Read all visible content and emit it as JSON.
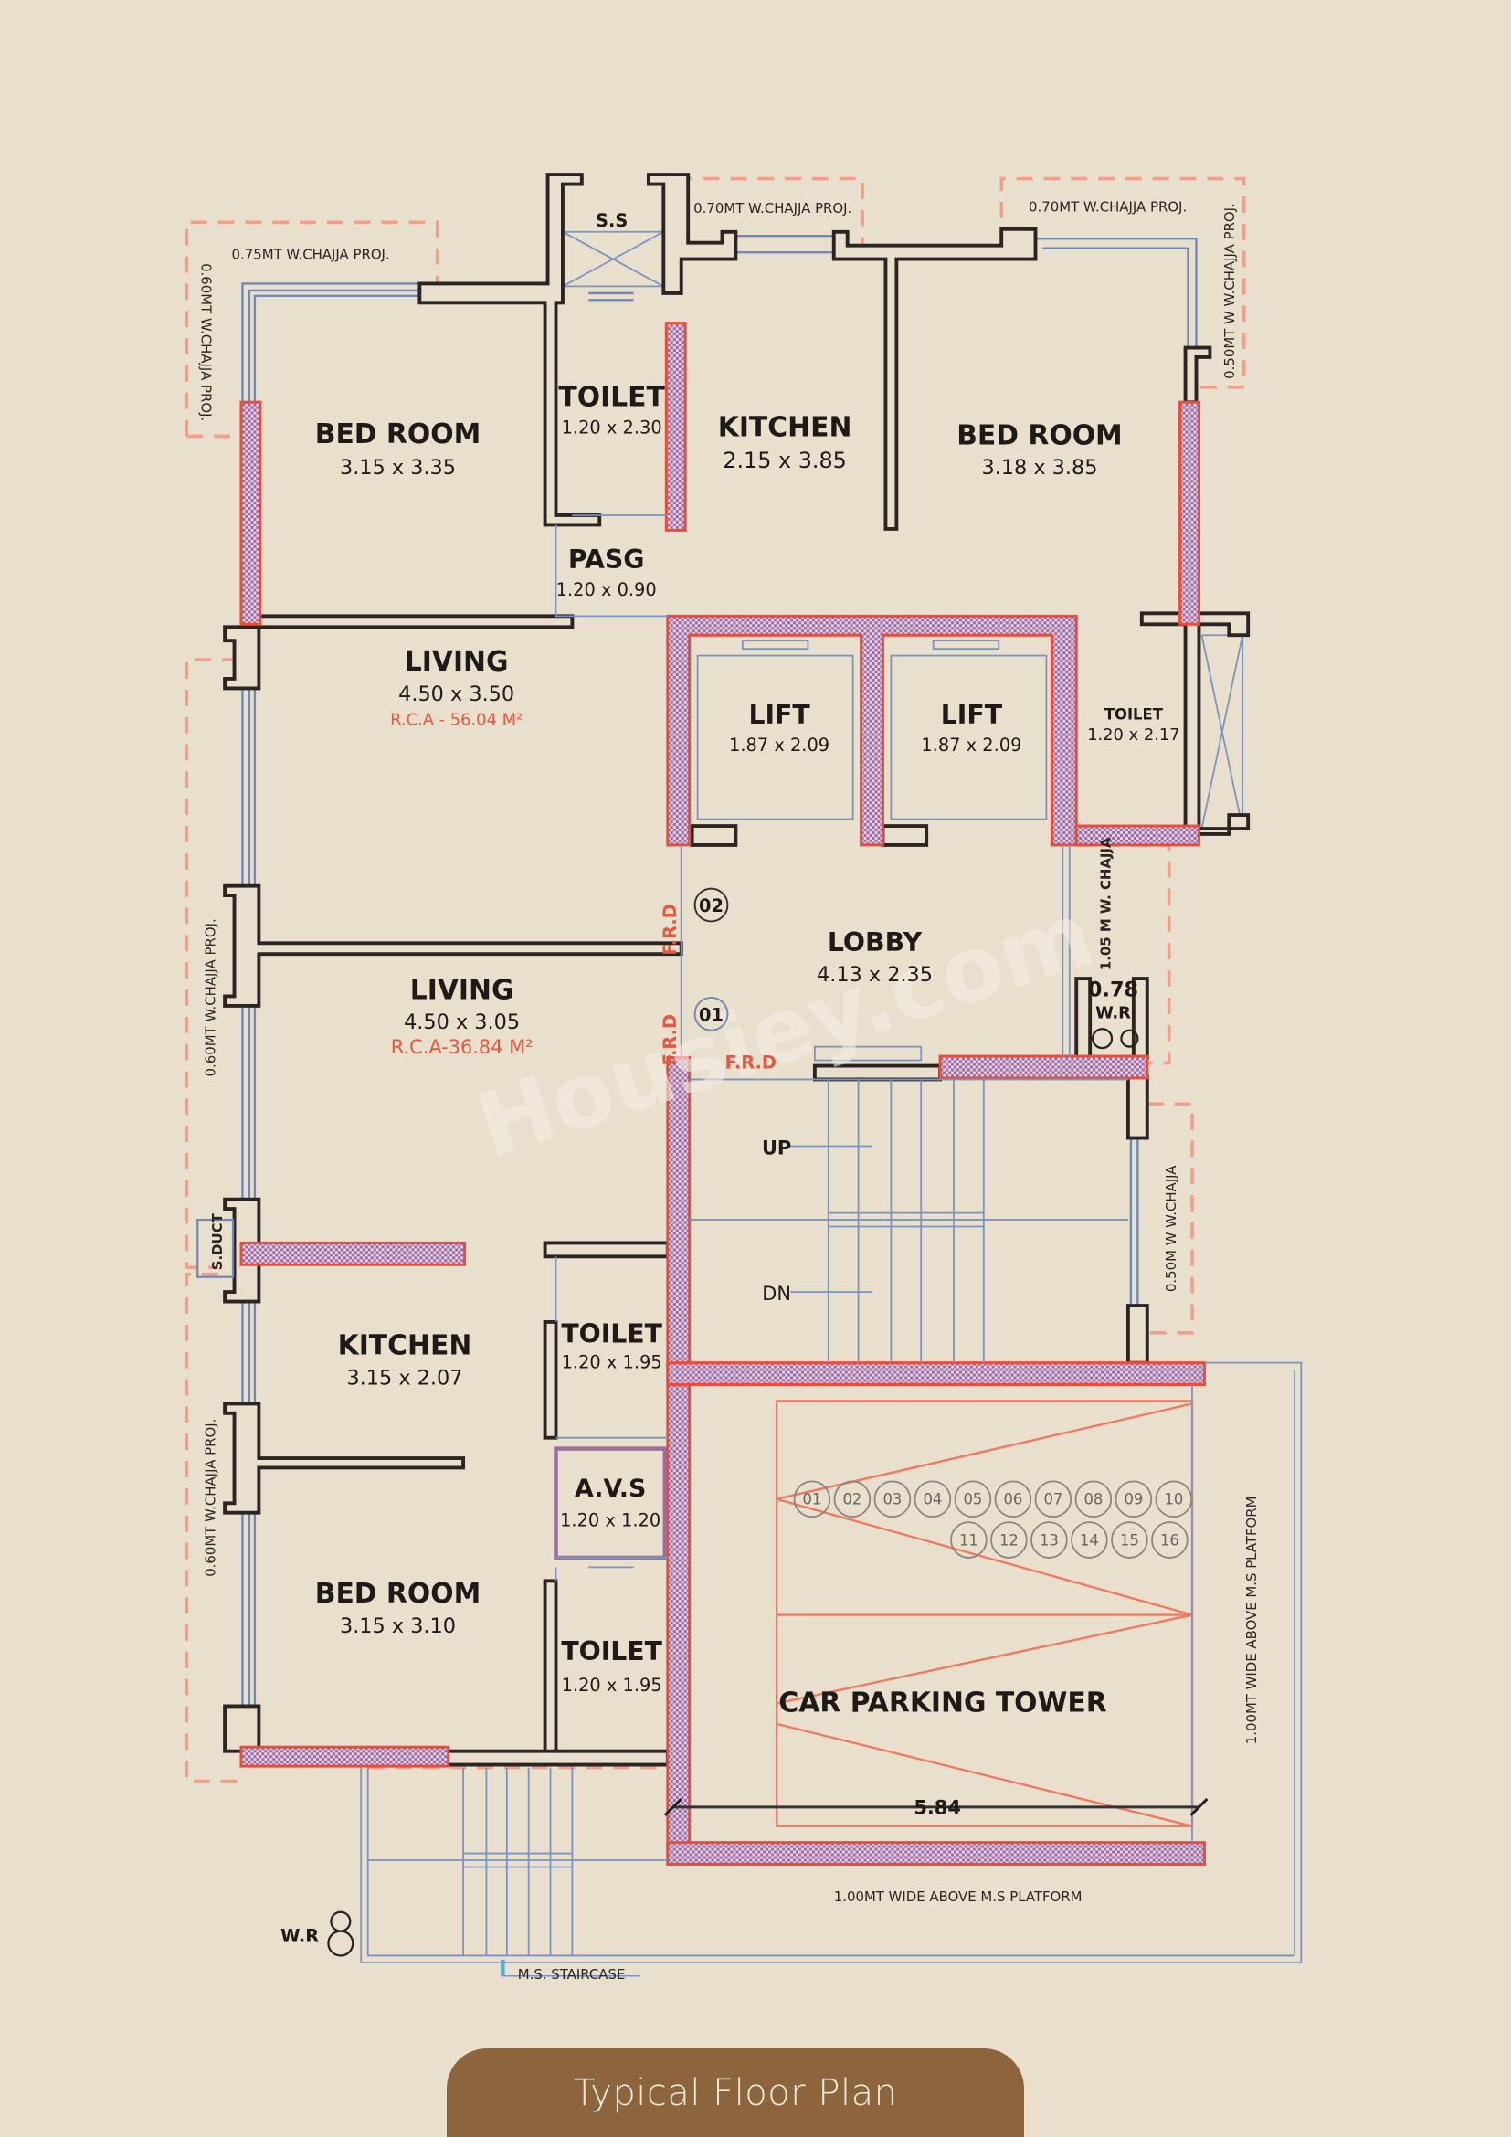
{
  "title": "Typical Floor Plan",
  "watermark": "Housiey.com",
  "colors": {
    "background": "#e8dfcd",
    "title_bar": "#8c653c",
    "rcc_outline": "#e94b3c",
    "chajja_dashed": "#f0a08a",
    "window": "#6f88b5",
    "rca_text": "#e8563f"
  },
  "rooms": {
    "bed_room_1": {
      "name": "BED ROOM",
      "dim": "3.15 x 3.35"
    },
    "toilet_1": {
      "name": "TOILET",
      "dim": "1.20 x 2.30"
    },
    "kitchen_1": {
      "name": "KITCHEN",
      "dim": "2.15 x 3.85"
    },
    "bed_room_2": {
      "name": "BED ROOM",
      "dim": "3.18 x 3.85"
    },
    "pasg": {
      "name": "PASG",
      "dim": "1.20 x 0.90"
    },
    "ss": {
      "name": "S.S"
    },
    "living_1": {
      "name": "LIVING",
      "dim": "4.50 x 3.50",
      "rca": "R.C.A - 56.04 M²"
    },
    "lift_1": {
      "name": "LIFT",
      "dim": "1.87 x 2.09"
    },
    "lift_2": {
      "name": "LIFT",
      "dim": "1.87 x 2.09"
    },
    "toilet_2": {
      "name": "TOILET",
      "dim": "1.20 x 2.17"
    },
    "lobby": {
      "name": "LOBBY",
      "dim": "4.13 x 2.35"
    },
    "living_2": {
      "name": "LIVING",
      "dim": "4.50 x 3.05",
      "rca": "R.C.A-36.84 M²"
    },
    "kitchen_2": {
      "name": "KITCHEN",
      "dim": "3.15 x 2.07"
    },
    "toilet_3": {
      "name": "TOILET",
      "dim": "1.20 x 1.95"
    },
    "avs": {
      "name": "A.V.S",
      "dim": "1.20 x 1.20"
    },
    "bed_room_3": {
      "name": "BED ROOM",
      "dim": "3.15 x 3.10"
    },
    "toilet_4": {
      "name": "TOILET",
      "dim": "1.20 x 1.95"
    },
    "car_parking": {
      "name": "CAR PARKING TOWER",
      "width_dim": "5.84"
    }
  },
  "annotations": {
    "chajja_top_left": "0.75MT  W.CHAJJA PROJ.",
    "chajja_left_top": "0.60MT  W.CHAJJA PROJ.",
    "chajja_top_mid": "0.70MT  W.CHAJJA PROJ.",
    "chajja_top_right": "0.70MT  W.CHAJJA PROJ.",
    "chajja_right_top": "0.50MT W  W.CHAJJA PROJ.",
    "chajja_left_mid": "0.60MT  W.CHAJJA PROJ.",
    "chajja_left_bottom": "0.60MT  W.CHAJJA PROJ.",
    "chajja_lobby": "1.05 M W. CHAJJA",
    "chajja_stair": "0.50M W  W.CHAJJA",
    "wr_dim": "0.78",
    "wr_label": "W.R",
    "wr_label_bottom": "W.R",
    "frd": "F.R.D",
    "flat_02": "02",
    "flat_01": "01",
    "stair_up": "UP",
    "stair_dn": "DN",
    "sduct": "S.DUCT",
    "platform_right": "1.00MT WIDE ABOVE M.S PLATFORM",
    "platform_bottom": "1.00MT WIDE ABOVE M.S PLATFORM",
    "ms_staircase": "M.S. STAIRCASE"
  },
  "parking_slots": {
    "row1": [
      "01",
      "02",
      "03",
      "04",
      "05",
      "06",
      "07",
      "08",
      "09",
      "10"
    ],
    "row2": [
      "11",
      "12",
      "13",
      "14",
      "15",
      "16"
    ]
  }
}
